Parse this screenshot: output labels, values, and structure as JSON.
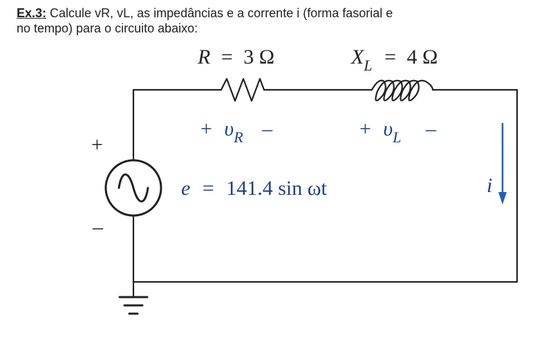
{
  "exercise": {
    "label": "Ex.3:",
    "line1": " Calcule vR, vL, as impedâncias e a corrente i (forma fasorial e",
    "line2": "no tempo) para o circuito abaixo:"
  },
  "circuit": {
    "resistor": {
      "symbol": "R",
      "eq": "=",
      "value": "3 Ω"
    },
    "inductor": {
      "symbol": "X",
      "subscript": "L",
      "eq": "=",
      "value": "4 Ω"
    },
    "v_r": {
      "plus": "+",
      "symbol": "υ",
      "subscript": "R",
      "minus": "–"
    },
    "v_l": {
      "plus": "+",
      "symbol": "υ",
      "subscript": "L",
      "minus": "–"
    },
    "source": {
      "plus": "+",
      "minus": "–",
      "symbol": "e",
      "eq": "=",
      "expression": "141.4 sin ωt"
    },
    "current": {
      "symbol": "i"
    }
  },
  "colors": {
    "wire": "#222222",
    "label": "#1f3f8f",
    "arrow": "#1f5fbf",
    "text": "#222222"
  }
}
